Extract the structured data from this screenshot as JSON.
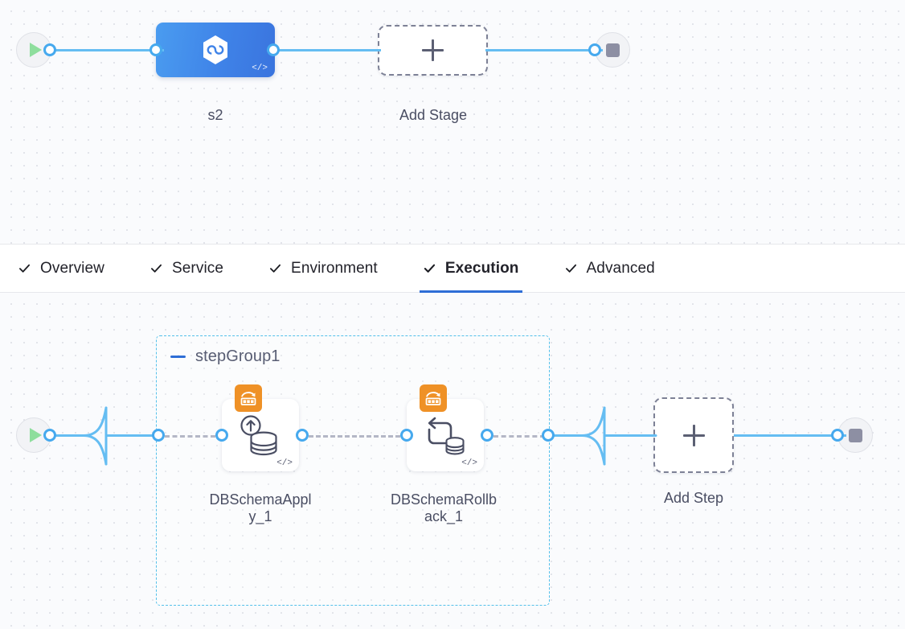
{
  "stage_canvas": {
    "name": "pipeline-stage-canvas",
    "start_node": {
      "icon": "play-icon",
      "label": ""
    },
    "end_node": {
      "icon": "stop-icon",
      "label": ""
    },
    "stage": {
      "label": "s2",
      "icon": "hexagon-link-icon",
      "code_tag": "</>"
    },
    "add_stage": {
      "label": "Add Stage",
      "icon": "plus-icon"
    }
  },
  "tabs": {
    "name": "stage-config-tabs",
    "items": [
      {
        "label": "Overview",
        "icon": "check-icon",
        "active": false
      },
      {
        "label": "Service",
        "icon": "check-icon",
        "active": false
      },
      {
        "label": "Environment",
        "icon": "check-icon",
        "active": false
      },
      {
        "label": "Execution",
        "icon": "check-icon",
        "active": true
      },
      {
        "label": "Advanced",
        "icon": "check-icon",
        "active": false
      }
    ],
    "active_tab": "Execution",
    "active_underline_color": "#2e6ed6"
  },
  "step_canvas": {
    "name": "execution-steps-canvas",
    "start_node": {
      "icon": "play-icon"
    },
    "end_node": {
      "icon": "stop-icon"
    },
    "group": {
      "title": "stepGroup1",
      "collapse_icon": "minus-icon",
      "border_color": "#54c0ea",
      "steps": [
        {
          "label": "DBSchemaApply_1",
          "label_wrapped": "DBSchemaAppl\ny_1",
          "icon": "database-apply-icon",
          "badge_icon": "liquibase-icon",
          "badge_color": "#ef9126",
          "code_tag": "</>"
        },
        {
          "label": "DBSchemaRollback_1",
          "label_wrapped": "DBSchemaRollb\nack_1",
          "icon": "database-rollback-icon",
          "badge_icon": "liquibase-icon",
          "badge_color": "#ef9126",
          "code_tag": "</>"
        }
      ]
    },
    "add_step": {
      "label": "Add Step",
      "icon": "plus-icon"
    }
  },
  "colors": {
    "wire": "#65bdf2",
    "port": "#46a9ee",
    "dashed_wire": "#b4b7c6",
    "stage_blue": "#3f83e8",
    "accent": "#2e6ed6",
    "canvas_bg": "#fafbfd",
    "dot_grid": "#e2e4ea"
  }
}
